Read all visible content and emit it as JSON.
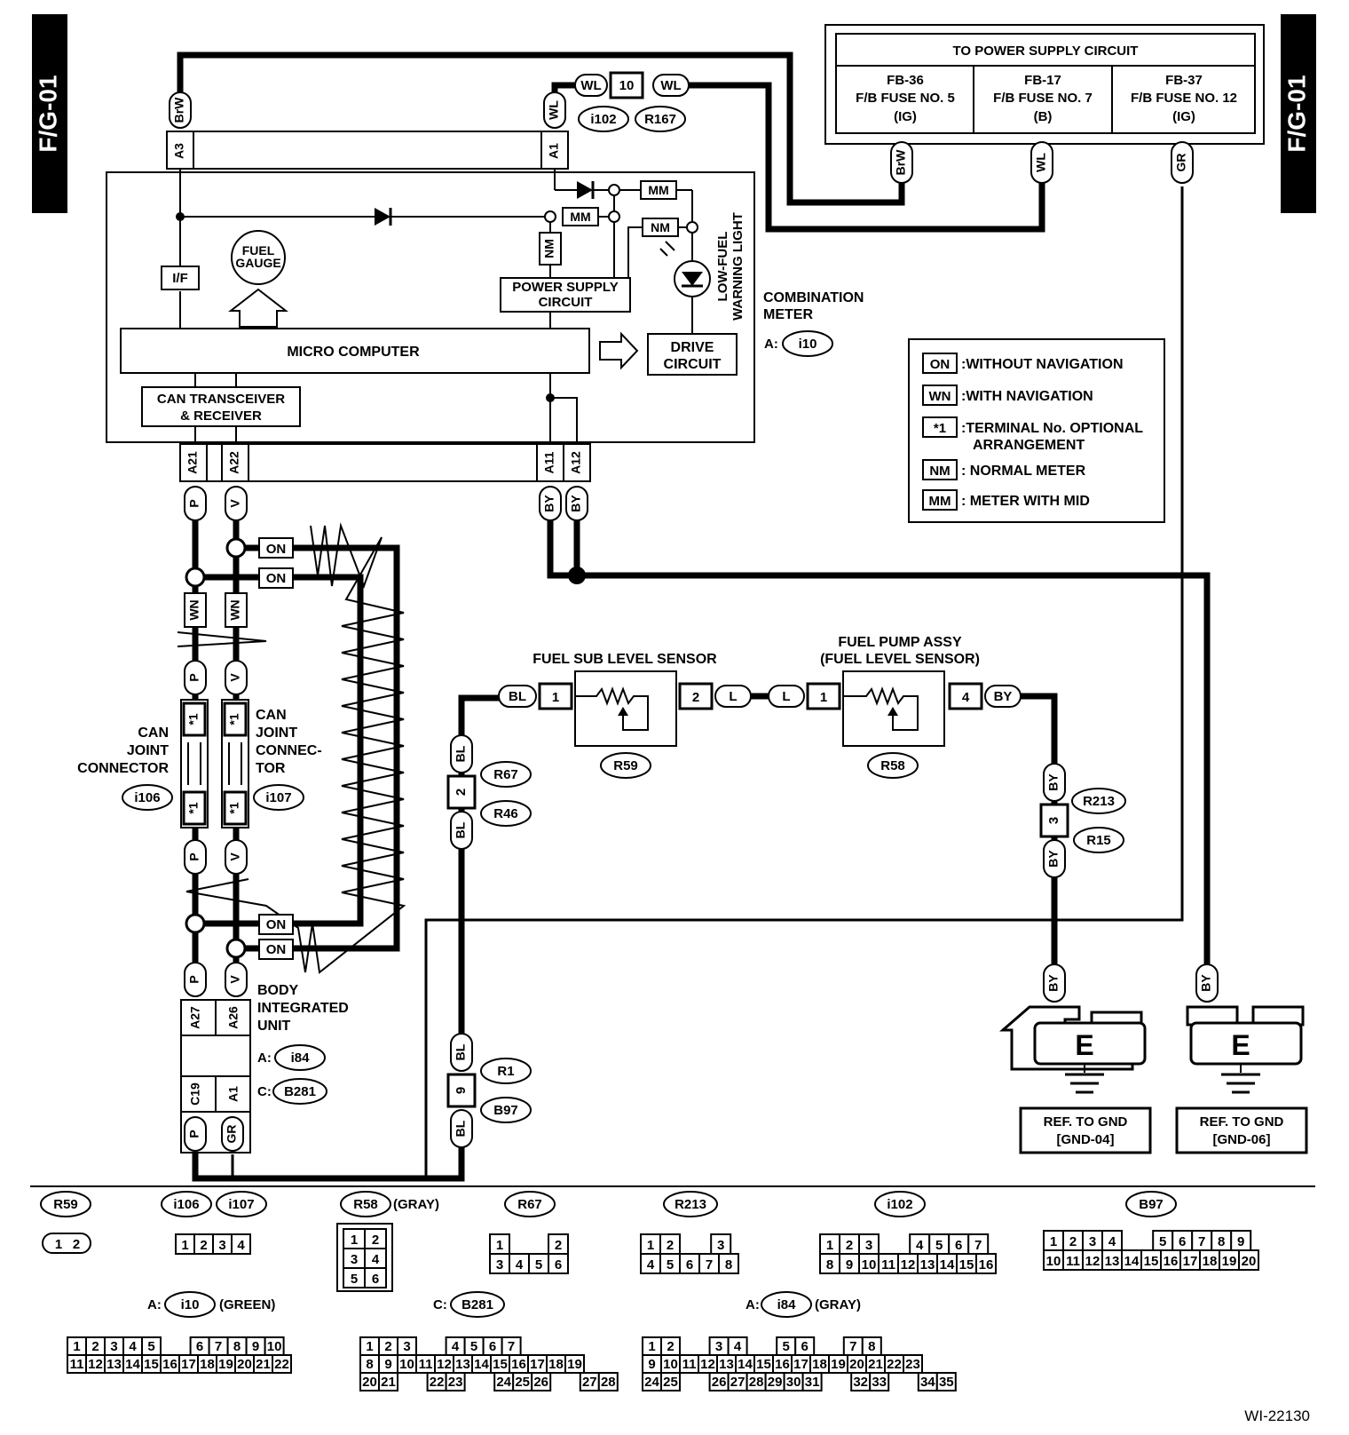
{
  "side_labels": {
    "left": "F/G-01",
    "right": "F/G-01"
  },
  "power_supply": {
    "title": "TO POWER SUPPLY CIRCUIT",
    "fuses": [
      {
        "line1": "FB-36",
        "line2": "F/B FUSE NO. 5",
        "line3": "(IG)",
        "wire": "BrW"
      },
      {
        "line1": "FB-17",
        "line2": "F/B FUSE NO. 7",
        "line3": "(B)",
        "wire": "WL"
      },
      {
        "line1": "FB-37",
        "line2": "F/B FUSE NO. 12",
        "line3": "(IG)",
        "wire": "GR"
      }
    ]
  },
  "meter": {
    "label_line1": "COMBINATION",
    "label_line2": "METER",
    "connector_prefix": "A:",
    "connector": "i10",
    "fuel_gauge_1": "FUEL",
    "fuel_gauge_2": "GAUGE",
    "if": "I/F",
    "power_supply_1": "POWER SUPPLY",
    "power_supply_2": "CIRCUIT",
    "micro": "MICRO COMPUTER",
    "drive_1": "DRIVE",
    "drive_2": "CIRCUIT",
    "can_1": "CAN TRANSCEIVER",
    "can_2": "& RECEIVER",
    "lowfuel_1": "LOW-FUEL",
    "lowfuel_2": "WARNING LIGHT",
    "mm": "MM",
    "nm": "NM",
    "top_pins": {
      "a3": "A3",
      "a1": "A1",
      "a3_wire": "BrW",
      "a1_wire": "WL"
    },
    "bottom_pins": {
      "a21": "A21",
      "a22": "A22",
      "a11": "A11",
      "a12": "A12"
    }
  },
  "top_connector": {
    "pin": "10",
    "left_wire": "WL",
    "right_wire": "WL",
    "ref1": "i102",
    "ref2": "R167"
  },
  "wires": {
    "p": "P",
    "v": "V",
    "by": "BY",
    "wn": "WN",
    "on": "ON",
    "star": "*1",
    "bl": "BL",
    "l": "L",
    "gr": "GR"
  },
  "can_joint_left": {
    "line1": "CAN",
    "line2": "JOINT",
    "line3": "CONNECTOR",
    "ref": "i106"
  },
  "can_joint_right": {
    "line1": "CAN",
    "line2": "JOINT",
    "line3": "CONNEC-",
    "line4": "TOR",
    "ref": "i107"
  },
  "body_unit": {
    "line1": "BODY",
    "line2": "INTEGRATED",
    "line3": "UNIT",
    "a_prefix": "A:",
    "a_ref": "i84",
    "c_prefix": "C:",
    "c_ref": "B281",
    "pins": {
      "a27": "A27",
      "a26": "A26",
      "c19": "C19",
      "a1": "A1"
    }
  },
  "legend": [
    {
      "code": "ON",
      "text": ":WITHOUT NAVIGATION"
    },
    {
      "code": "WN",
      "text": ":WITH NAVIGATION"
    },
    {
      "code": "*1",
      "text": ":TERMINAL No. OPTIONAL",
      "text2": "ARRANGEMENT"
    },
    {
      "code": "NM",
      "text": ": NORMAL METER"
    },
    {
      "code": "MM",
      "text": ": METER WITH MID"
    }
  ],
  "sub_sensor": {
    "title": "FUEL SUB LEVEL SENSOR",
    "ref": "R59",
    "pin_left": "1",
    "pin_right": "2"
  },
  "pump": {
    "title1": "FUEL PUMP ASSY",
    "title2": "(FUEL LEVEL SENSOR)",
    "ref": "R58",
    "pin_left": "1",
    "pin_right": "4"
  },
  "mid_connectors": {
    "r67": {
      "pin": "2",
      "ref1": "R67",
      "ref2": "R46"
    },
    "r213": {
      "pin": "3",
      "ref1": "R213",
      "ref2": "R15"
    },
    "r1": {
      "pin": "9",
      "ref1": "R1",
      "ref2": "B97"
    }
  },
  "grounds": [
    {
      "letter": "E",
      "line1": "REF. TO GND",
      "line2": "[GND-04]"
    },
    {
      "letter": "E",
      "line1": "REF. TO GND",
      "line2": "[GND-06]"
    }
  ],
  "connectors": {
    "r59": {
      "ref": "R59",
      "pins": [
        "1",
        "2"
      ]
    },
    "i106": {
      "ref1": "i106",
      "ref2": "i107",
      "pins": [
        "1",
        "2",
        "3",
        "4"
      ]
    },
    "r58": {
      "ref": "R58",
      "note": "(GRAY)",
      "rows": [
        [
          "1",
          "2"
        ],
        [
          "3",
          "4"
        ],
        [
          "5",
          "6"
        ]
      ]
    },
    "r67": {
      "ref": "R67",
      "rows": [
        [
          "1",
          "2"
        ],
        [
          "3",
          "4",
          "5",
          "6"
        ]
      ]
    },
    "r213": {
      "ref": "R213",
      "rows": [
        [
          "1",
          "2",
          "3"
        ],
        [
          "4",
          "5",
          "6",
          "7",
          "8"
        ]
      ]
    },
    "i102": {
      "ref": "i102",
      "rows": [
        [
          "1",
          "2",
          "3",
          "4",
          "5",
          "6",
          "7"
        ],
        [
          "8",
          "9",
          "10",
          "11",
          "12",
          "13",
          "14",
          "15",
          "16"
        ]
      ]
    },
    "b97": {
      "ref": "B97",
      "rows": [
        [
          "1",
          "2",
          "3",
          "4",
          "5",
          "6",
          "7",
          "8",
          "9"
        ],
        [
          "10",
          "11",
          "12",
          "13",
          "14",
          "15",
          "16",
          "17",
          "18",
          "19",
          "20"
        ]
      ]
    },
    "i10": {
      "prefix": "A:",
      "ref": "i10",
      "note": "(GREEN)",
      "rows": [
        [
          "1",
          "2",
          "3",
          "4",
          "5",
          "6",
          "7",
          "8",
          "9",
          "10"
        ],
        [
          "11",
          "12",
          "13",
          "14",
          "15",
          "16",
          "17",
          "18",
          "19",
          "20",
          "21",
          "22"
        ]
      ]
    },
    "b281": {
      "prefix": "C:",
      "ref": "B281",
      "rows": [
        [
          "1",
          "2",
          "3",
          "4",
          "5",
          "6",
          "7"
        ],
        [
          "8",
          "9",
          "10",
          "11",
          "12",
          "13",
          "14",
          "15",
          "16",
          "17",
          "18",
          "19"
        ],
        [
          "20",
          "21",
          "22",
          "23",
          "24",
          "25",
          "26",
          "27",
          "28"
        ]
      ]
    },
    "i84": {
      "prefix": "A:",
      "ref": "i84",
      "note": "(GRAY)",
      "rows": [
        [
          "1",
          "2",
          "3",
          "4",
          "5",
          "6",
          "7",
          "8"
        ],
        [
          "9",
          "10",
          "11",
          "12",
          "13",
          "14",
          "15",
          "16",
          "17",
          "18",
          "19",
          "20",
          "21",
          "22",
          "23"
        ],
        [
          "24",
          "25",
          "26",
          "27",
          "28",
          "29",
          "30",
          "31",
          "32",
          "33",
          "34",
          "35"
        ]
      ]
    }
  },
  "diagram_id": "WI-22130"
}
